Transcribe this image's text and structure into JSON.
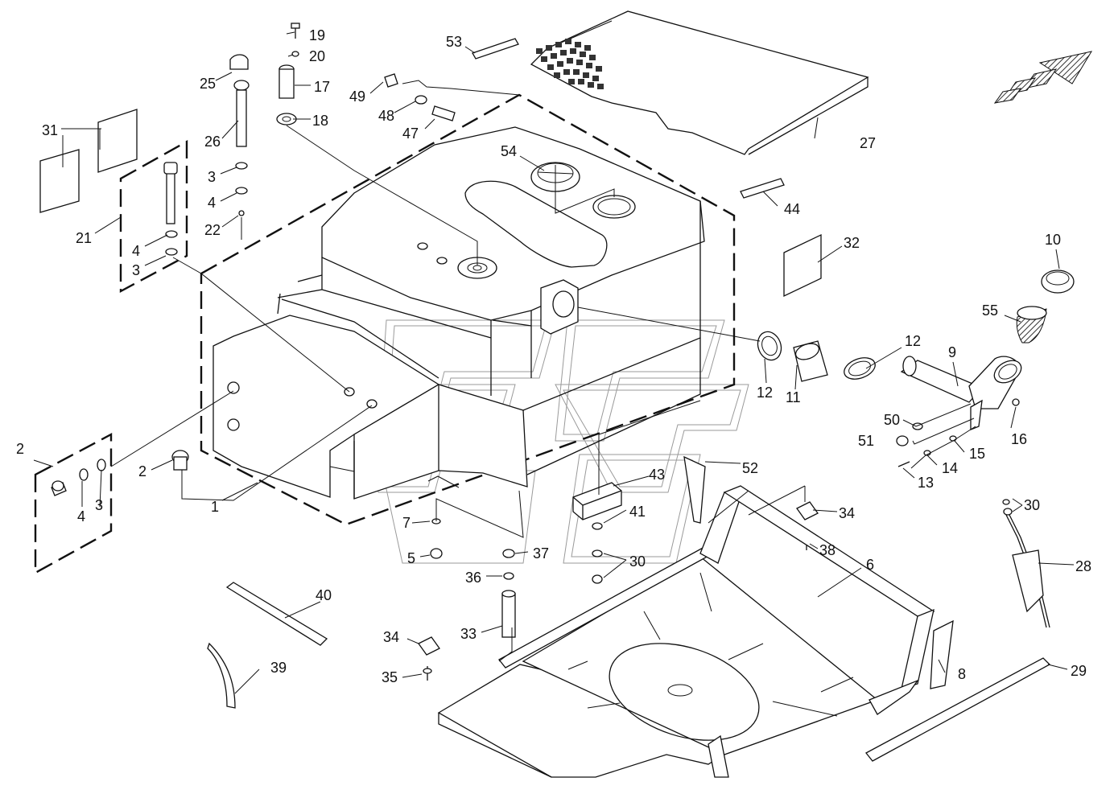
{
  "diagram": {
    "part_numbers": [
      {
        "id": "1",
        "text": "1"
      },
      {
        "id": "2a",
        "text": "2"
      },
      {
        "id": "2b",
        "text": "2"
      },
      {
        "id": "3a",
        "text": "3"
      },
      {
        "id": "3b",
        "text": "3"
      },
      {
        "id": "3c",
        "text": "3"
      },
      {
        "id": "4a",
        "text": "4"
      },
      {
        "id": "4b",
        "text": "4"
      },
      {
        "id": "4c",
        "text": "4"
      },
      {
        "id": "5",
        "text": "5"
      },
      {
        "id": "6",
        "text": "6"
      },
      {
        "id": "7",
        "text": "7"
      },
      {
        "id": "8",
        "text": "8"
      },
      {
        "id": "9",
        "text": "9"
      },
      {
        "id": "10",
        "text": "10"
      },
      {
        "id": "11",
        "text": "11"
      },
      {
        "id": "12a",
        "text": "12"
      },
      {
        "id": "12b",
        "text": "12"
      },
      {
        "id": "13",
        "text": "13"
      },
      {
        "id": "14",
        "text": "14"
      },
      {
        "id": "15",
        "text": "15"
      },
      {
        "id": "16",
        "text": "16"
      },
      {
        "id": "17",
        "text": "17"
      },
      {
        "id": "18",
        "text": "18"
      },
      {
        "id": "19",
        "text": "19"
      },
      {
        "id": "20",
        "text": "20"
      },
      {
        "id": "21",
        "text": "21"
      },
      {
        "id": "22",
        "text": "22"
      },
      {
        "id": "25",
        "text": "25"
      },
      {
        "id": "26",
        "text": "26"
      },
      {
        "id": "27",
        "text": "27"
      },
      {
        "id": "28",
        "text": "28"
      },
      {
        "id": "29",
        "text": "29"
      },
      {
        "id": "30a",
        "text": "30"
      },
      {
        "id": "30b",
        "text": "30"
      },
      {
        "id": "31",
        "text": "31"
      },
      {
        "id": "32",
        "text": "32"
      },
      {
        "id": "33",
        "text": "33"
      },
      {
        "id": "34a",
        "text": "34"
      },
      {
        "id": "34b",
        "text": "34"
      },
      {
        "id": "35",
        "text": "35"
      },
      {
        "id": "36",
        "text": "36"
      },
      {
        "id": "37",
        "text": "37"
      },
      {
        "id": "38",
        "text": "38"
      },
      {
        "id": "39",
        "text": "39"
      },
      {
        "id": "40",
        "text": "40"
      },
      {
        "id": "41",
        "text": "41"
      },
      {
        "id": "43",
        "text": "43"
      },
      {
        "id": "44",
        "text": "44"
      },
      {
        "id": "47",
        "text": "47"
      },
      {
        "id": "48",
        "text": "48"
      },
      {
        "id": "49",
        "text": "49"
      },
      {
        "id": "50",
        "text": "50"
      },
      {
        "id": "51",
        "text": "51"
      },
      {
        "id": "52",
        "text": "52"
      },
      {
        "id": "53",
        "text": "53"
      },
      {
        "id": "54",
        "text": "54"
      },
      {
        "id": "55",
        "text": "55"
      }
    ],
    "colors": {
      "line": "#111111",
      "background": "#ffffff",
      "watermark": "#9a9a9a",
      "hatch_fill": "#555555"
    },
    "icons": {
      "direction_arrow": "forward-direction-arrow-icon"
    }
  }
}
